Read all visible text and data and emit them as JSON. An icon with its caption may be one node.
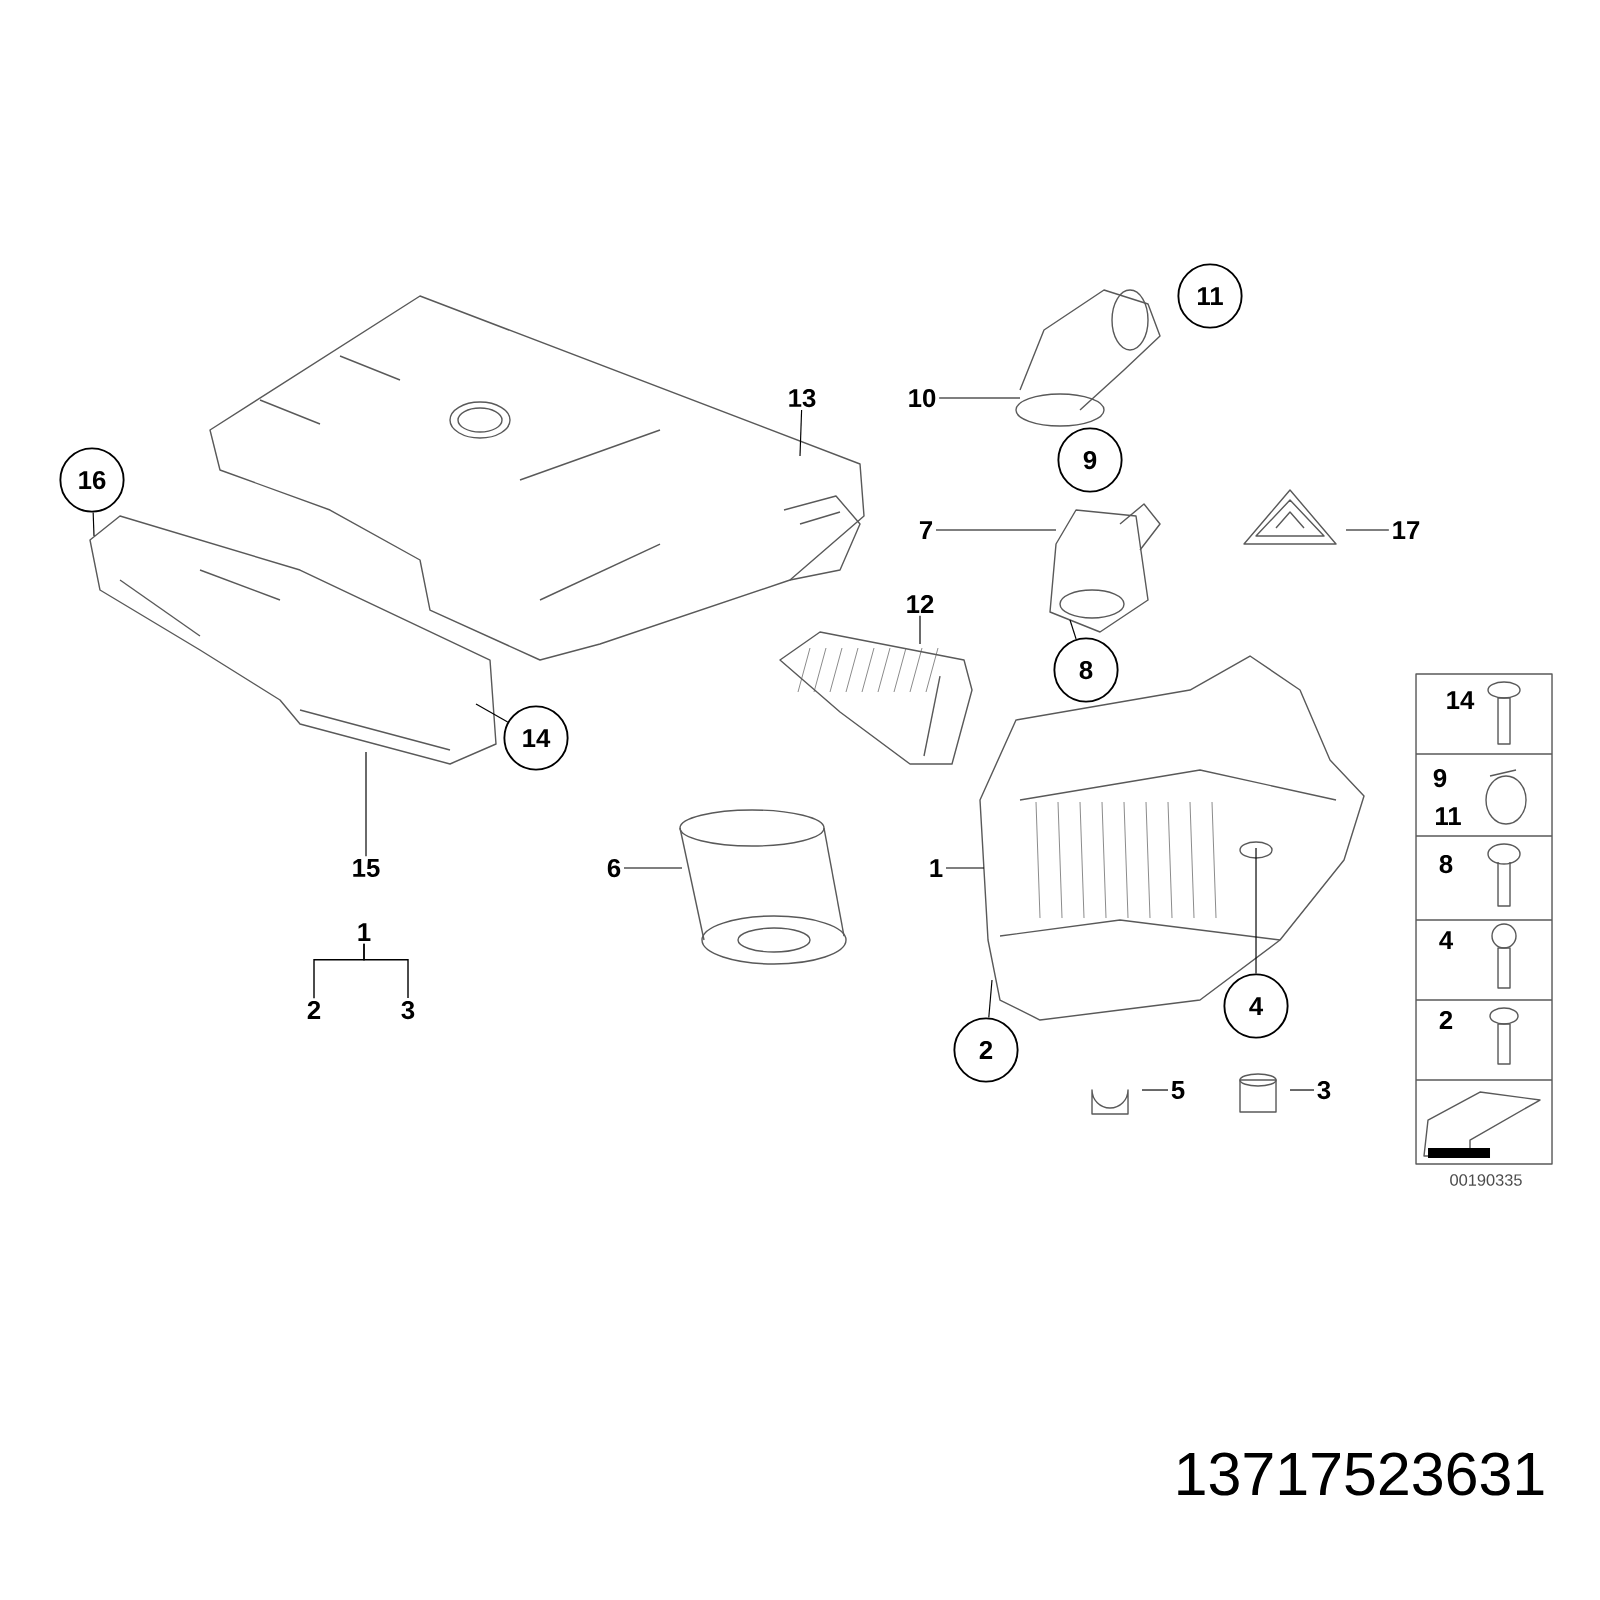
{
  "diagram": {
    "nodes": [
      {
        "text": [
          "13"
        ]
      },
      {
        "text": [
          "11"
        ]
      },
      {
        "text": [
          "16"
        ]
      },
      {
        "text": [
          "10"
        ]
      },
      {
        "text": [
          "9"
        ]
      },
      {
        "text": [
          "7"
        ]
      },
      {
        "text": [
          "17"
        ]
      },
      {
        "text": [
          "12"
        ]
      },
      {
        "text": [
          "8"
        ]
      },
      {
        "text": [
          "14"
        ]
      },
      {
        "text": [
          "15"
        ]
      },
      {
        "text": [
          "6"
        ]
      },
      {
        "text": [
          "1"
        ]
      },
      {
        "text": [
          "4"
        ]
      },
      {
        "text": [
          "2"
        ]
      },
      {
        "text": [
          "5"
        ]
      },
      {
        "text": [
          "3"
        ]
      },
      {
        "text": [
          "1"
        ]
      },
      {
        "text": [
          "2"
        ]
      },
      {
        "text": [
          "3"
        ]
      }
    ],
    "edges": [
      {
        "from": 0,
        "to": null,
        "arrow": "none"
      },
      {
        "from": 2,
        "to": null,
        "arrow": "none"
      },
      {
        "from": 3,
        "to": null,
        "arrow": "none"
      },
      {
        "from": 5,
        "to": null,
        "arrow": "none"
      },
      {
        "from": 6,
        "to": null,
        "arrow": "none"
      },
      {
        "from": 7,
        "to": null,
        "arrow": "none"
      },
      {
        "from": 8,
        "to": null,
        "arrow": "none"
      },
      {
        "from": 9,
        "to": null,
        "arrow": "none"
      },
      {
        "from": 10,
        "to": null,
        "arrow": "none"
      },
      {
        "from": 11,
        "to": null,
        "arrow": "none"
      },
      {
        "from": 12,
        "to": null,
        "arrow": "none"
      },
      {
        "from": 13,
        "to": null,
        "arrow": "none"
      },
      {
        "from": 14,
        "to": null,
        "arrow": "none"
      },
      {
        "from": 15,
        "to": null,
        "arrow": "none"
      },
      {
        "from": 16,
        "to": null,
        "arrow": "none"
      },
      {
        "from": 17,
        "to": 18,
        "arrow": "none"
      },
      {
        "from": 17,
        "to": 19,
        "arrow": "none"
      }
    ],
    "labels": [
      "14",
      "9",
      "11",
      "8",
      "4",
      "2",
      "00190335",
      "13717523631"
    ]
  }
}
